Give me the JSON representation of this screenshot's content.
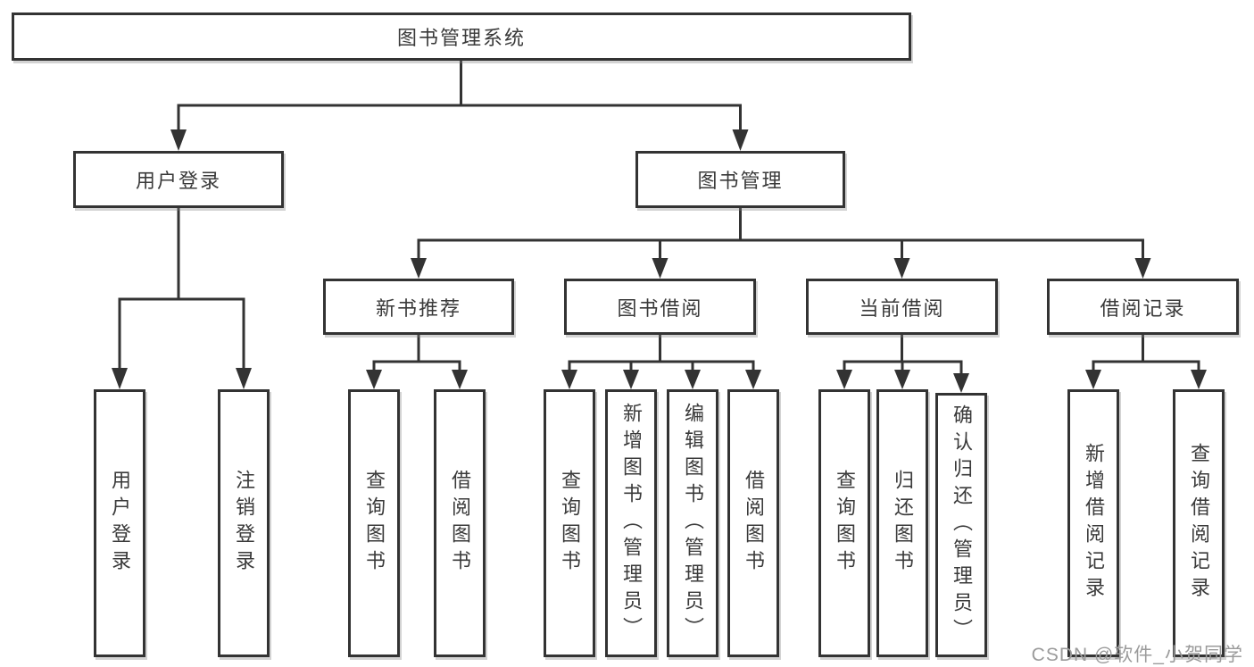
{
  "root": {
    "label": "图书管理系统"
  },
  "level2": {
    "user_login": "用户登录",
    "book_mgmt": "图书管理"
  },
  "level3": {
    "new_books": "新书推荐",
    "borrow": "图书借阅",
    "current": "当前借阅",
    "records": "借阅记录"
  },
  "leaves": {
    "user_login": [
      "用户登录",
      "注销登录"
    ],
    "new_books": [
      "查询图书",
      "借阅图书"
    ],
    "borrow": [
      "查询图书",
      "新增图书（管理员）",
      "编辑图书（管理员）",
      "借阅图书"
    ],
    "current": [
      "查询图书",
      "归还图书",
      "确认归还（管理员）"
    ],
    "records": [
      "新增借阅记录",
      "查询借阅记录"
    ]
  },
  "watermark": "CSDN @软件_小贺同学",
  "colors": {
    "line": "#333333",
    "box_border": "#333333",
    "box_fill": "#ffffff",
    "text": "#3a3a3a",
    "watermark": "#9b9b9b"
  }
}
